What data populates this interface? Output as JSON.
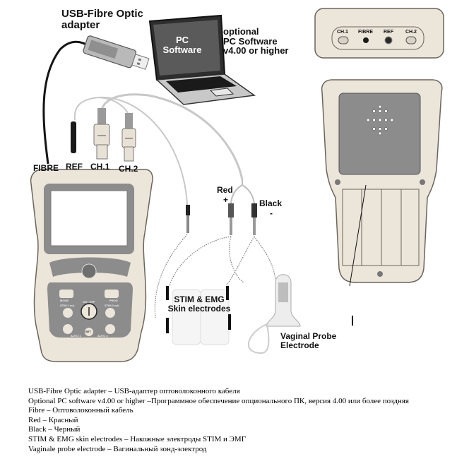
{
  "labels": {
    "usb_adapter": [
      "USB-Fibre Optic",
      "adapter"
    ],
    "pc_screen": [
      "PC",
      "Software"
    ],
    "pc_optional": [
      "optional",
      "PC Software",
      "v4.00 or higher"
    ],
    "fibre": "FIBRE",
    "ref": "REF",
    "ch1": "CH.1",
    "ch2": "CH.2",
    "red": "Red",
    "red_sign": "+",
    "black": "Black",
    "black_sign": "-",
    "skin_electrodes": [
      "STIM & EMG",
      "Skin electrodes"
    ],
    "probe": [
      "Vaginal Probe",
      "Electrode"
    ]
  },
  "top_panel": {
    "ports": [
      "CH.1",
      "FIBRE",
      "REF",
      "CH.2"
    ]
  },
  "keypad": {
    "title": "CH/SEL",
    "mode": "MODE",
    "prog": "PROG",
    "stim1": "STIM 1 mA",
    "stim2": "STIM 2 mA",
    "onoff": "ON / OFF",
    "set": "SET",
    "auto1": "AUTO 1",
    "auto2": "AUTO 2"
  },
  "colors": {
    "device_body": "#ebe5da",
    "device_outline": "#6b655c",
    "panel_gray": "#8c8c8c",
    "cable_gray": "#c8c8c8",
    "fibre_black": "#151515"
  },
  "caption": [
    "USB-Fibre Optic adapter – USB-адаптер оптоволоконного кабеля",
    "Optional PC software v4.00 or higher –Программное обеспечение  опционального ПК, версия 4.00 или более поздняя",
    "Fibre – Оптоволоконный кабель",
    "Red – Красный",
    "Black – Черный",
    "STIM & EMG skin electrodes – Накожные электроды STIM и ЭМГ",
    "Vaginale probe electrode – Вагинальный зонд-электрод"
  ]
}
